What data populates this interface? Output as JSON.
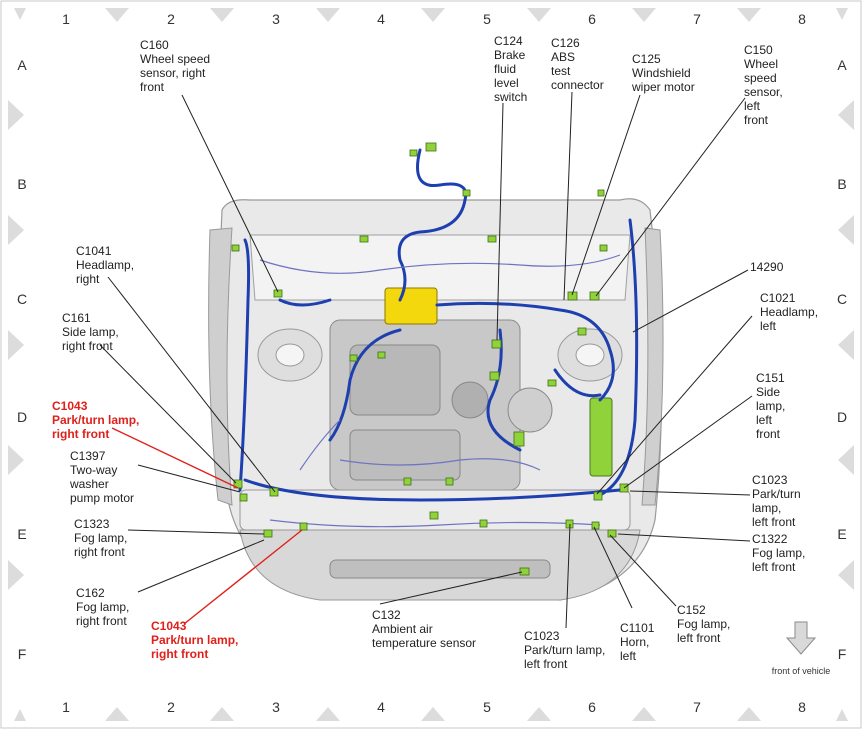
{
  "grid": {
    "columns": [
      "1",
      "2",
      "3",
      "4",
      "5",
      "6",
      "7",
      "8"
    ],
    "rows": [
      "A",
      "B",
      "C",
      "D",
      "E",
      "F"
    ]
  },
  "callouts": [
    {
      "id": "c160",
      "lines": [
        "C160",
        "Wheel speed",
        "sensor, right",
        "front"
      ]
    },
    {
      "id": "c124",
      "lines": [
        "C124",
        "Brake",
        "fluid",
        "level",
        "switch"
      ]
    },
    {
      "id": "c126",
      "lines": [
        "C126",
        "ABS",
        "test",
        "connector"
      ]
    },
    {
      "id": "c125",
      "lines": [
        "C125",
        "Windshield",
        "wiper motor"
      ]
    },
    {
      "id": "c150",
      "lines": [
        "C150",
        "Wheel",
        "speed",
        "sensor,",
        "left",
        "front"
      ]
    },
    {
      "id": "c14290",
      "lines": [
        "14290"
      ]
    },
    {
      "id": "c1041",
      "lines": [
        "C1041",
        "Headlamp,",
        "right"
      ]
    },
    {
      "id": "c161",
      "lines": [
        "C161",
        "Side lamp,",
        "right front"
      ]
    },
    {
      "id": "c1043a",
      "lines": [
        "C1043",
        "Park/turn lamp,",
        "right front"
      ],
      "highlight": true
    },
    {
      "id": "c1397",
      "lines": [
        "C1397",
        "Two-way",
        "washer",
        "pump motor"
      ]
    },
    {
      "id": "c1323",
      "lines": [
        "C1323",
        "Fog lamp,",
        "right front"
      ]
    },
    {
      "id": "c162",
      "lines": [
        "C162",
        "Fog lamp,",
        "right front"
      ]
    },
    {
      "id": "c1043b",
      "lines": [
        "C1043",
        "Park/turn lamp,",
        "right front"
      ],
      "highlight": true
    },
    {
      "id": "c132",
      "lines": [
        "C132",
        "Ambient air",
        "temperature sensor"
      ]
    },
    {
      "id": "c1023b",
      "lines": [
        "C1023",
        "Park/turn lamp,",
        "left front"
      ]
    },
    {
      "id": "c1101",
      "lines": [
        "C1101",
        "Horn,",
        "left"
      ]
    },
    {
      "id": "c152",
      "lines": [
        "C152",
        "Fog lamp,",
        "left front"
      ]
    },
    {
      "id": "c1021",
      "lines": [
        "C1021",
        "Headlamp,",
        "left"
      ]
    },
    {
      "id": "c151",
      "lines": [
        "C151",
        "Side",
        "lamp,",
        "left",
        "front"
      ]
    },
    {
      "id": "c1023a",
      "lines": [
        "C1023",
        "Park/turn",
        "lamp,",
        "left front"
      ]
    },
    {
      "id": "c1322",
      "lines": [
        "C1322",
        "Fog lamp,",
        "left front"
      ]
    }
  ],
  "front_indicator": {
    "label": "front of vehicle"
  },
  "colors": {
    "highlight": "#e0201b",
    "harness": "#1e3fb0",
    "connector": "#8fd23a",
    "module": "#f2d80c",
    "body": "#d6d6d6"
  }
}
